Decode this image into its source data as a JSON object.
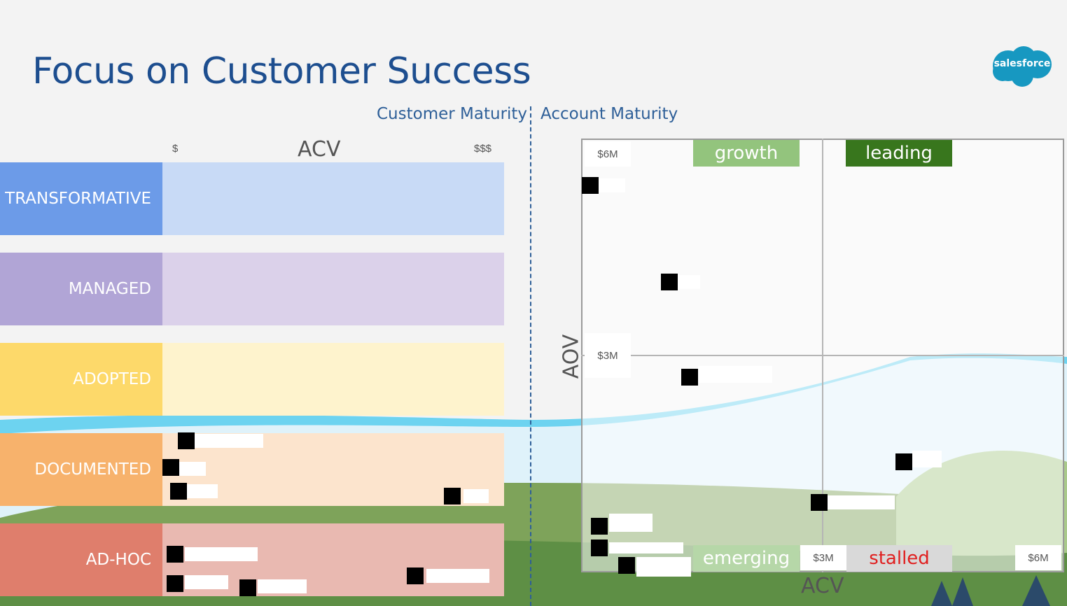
{
  "slide": {
    "title": "Focus on Customer Success",
    "brand": "salesforce"
  },
  "sections": {
    "customer_maturity": "Customer Maturity",
    "account_maturity": "Account Maturity"
  },
  "left_chart": {
    "scale_low": "$",
    "scale_title": "ACV",
    "scale_high": "$$$",
    "rows": [
      {
        "label": "TRANSFORMATIVE",
        "label_color": "#6c9be8",
        "bar_color": "#c8daf6"
      },
      {
        "label": "MANAGED",
        "label_color": "#b1a5d6",
        "bar_color": "#dbd1ea"
      },
      {
        "label": "ADOPTED",
        "label_color": "#fdd96a",
        "bar_color": "#fef3cd"
      },
      {
        "label": "DOCUMENTED",
        "label_color": "#f7b26c",
        "bar_color": "#fce4cd"
      },
      {
        "label": "AD-HOC",
        "label_color": "#df7e6c",
        "bar_color": "#e9b9b1"
      }
    ]
  },
  "right_chart": {
    "y_axis_label": "AOV",
    "x_axis_label": "ACV",
    "y_ticks": [
      "$6M",
      "$3M"
    ],
    "x_ticks": [
      "$3M",
      "$6M"
    ],
    "quadrants": {
      "growth": {
        "label": "growth",
        "bg": "#93c47d",
        "fg": "#ffffff"
      },
      "leading": {
        "label": "leading",
        "bg": "#38761d",
        "fg": "#ffffff"
      },
      "emerging": {
        "label": "emerging",
        "bg": "#b6d7a8",
        "fg": "#ffffff"
      },
      "stalled": {
        "label": "stalled",
        "bg": "#d9d9d9",
        "fg": "#e02020"
      }
    }
  }
}
